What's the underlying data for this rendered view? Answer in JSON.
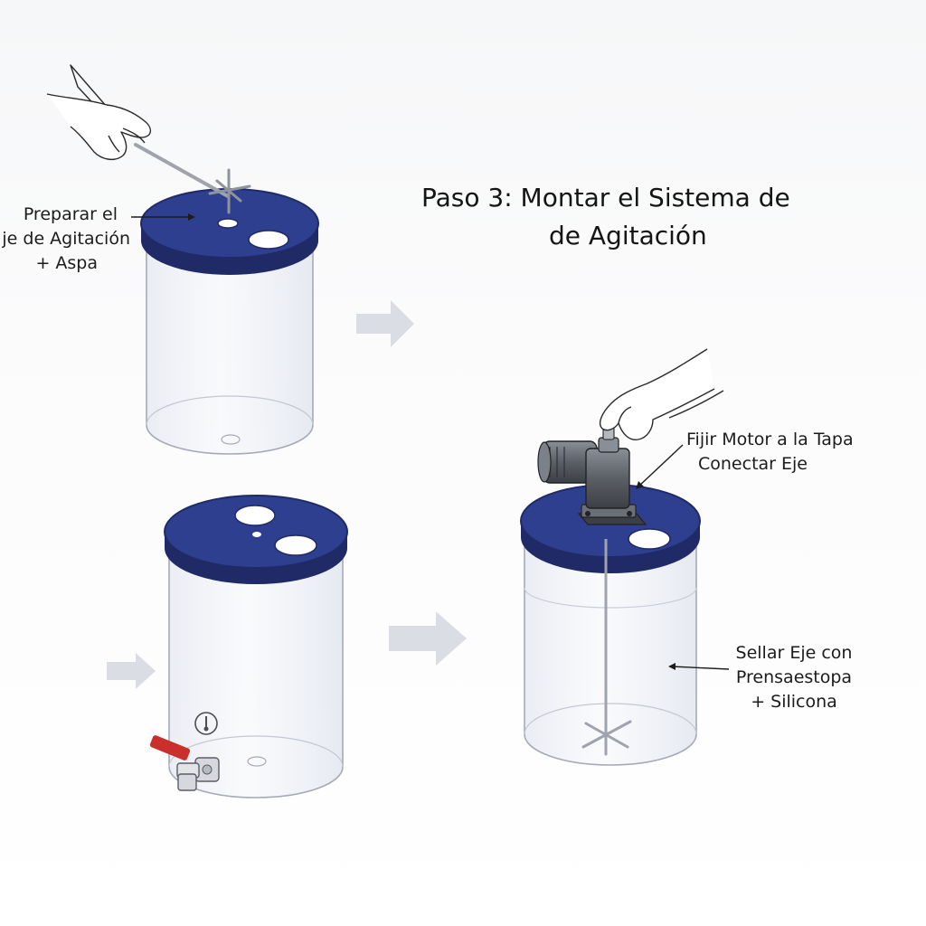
{
  "title": {
    "line1": "Paso 3: Montar el Sistema de",
    "line2": "de Agitación"
  },
  "callouts": {
    "prepare": [
      "Preparar el",
      "je de Agitación",
      "+ Aspa"
    ],
    "motor": [
      "Fijir Motor a la Tapa",
      "Conectar Eje"
    ],
    "seal": [
      "Sellar Eje con",
      "Prensaestopa",
      "+ Silicona"
    ]
  },
  "colors": {
    "lid": "#2f3f8f",
    "lid_dark": "#1f2a66",
    "body_stroke": "#a5aab8",
    "arrow": "#dadde3",
    "handle": "#c9302c",
    "motor": "#5b5f66"
  }
}
